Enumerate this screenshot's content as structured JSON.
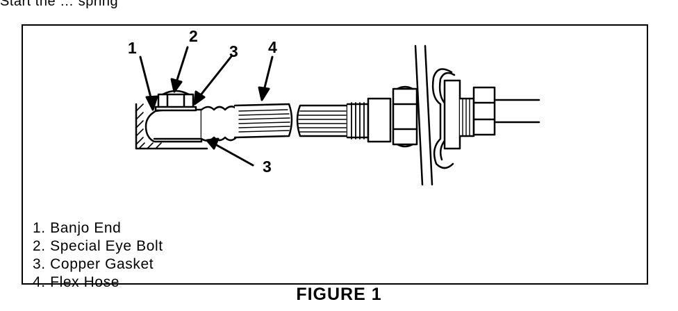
{
  "top_text": "Start the … spring",
  "callouts": {
    "banjo_end": "1",
    "eye_bolt": "2",
    "gasket_top": "3",
    "flex_hose": "4",
    "gasket_bottom": "3"
  },
  "legend": [
    {
      "number": "1.",
      "label": "Banjo End"
    },
    {
      "number": "2.",
      "label": "Special Eye Bolt"
    },
    {
      "number": "3.",
      "label": "Copper Gasket"
    },
    {
      "number": "4.",
      "label": "Flex Hose"
    }
  ],
  "caption": "FIGURE 1"
}
